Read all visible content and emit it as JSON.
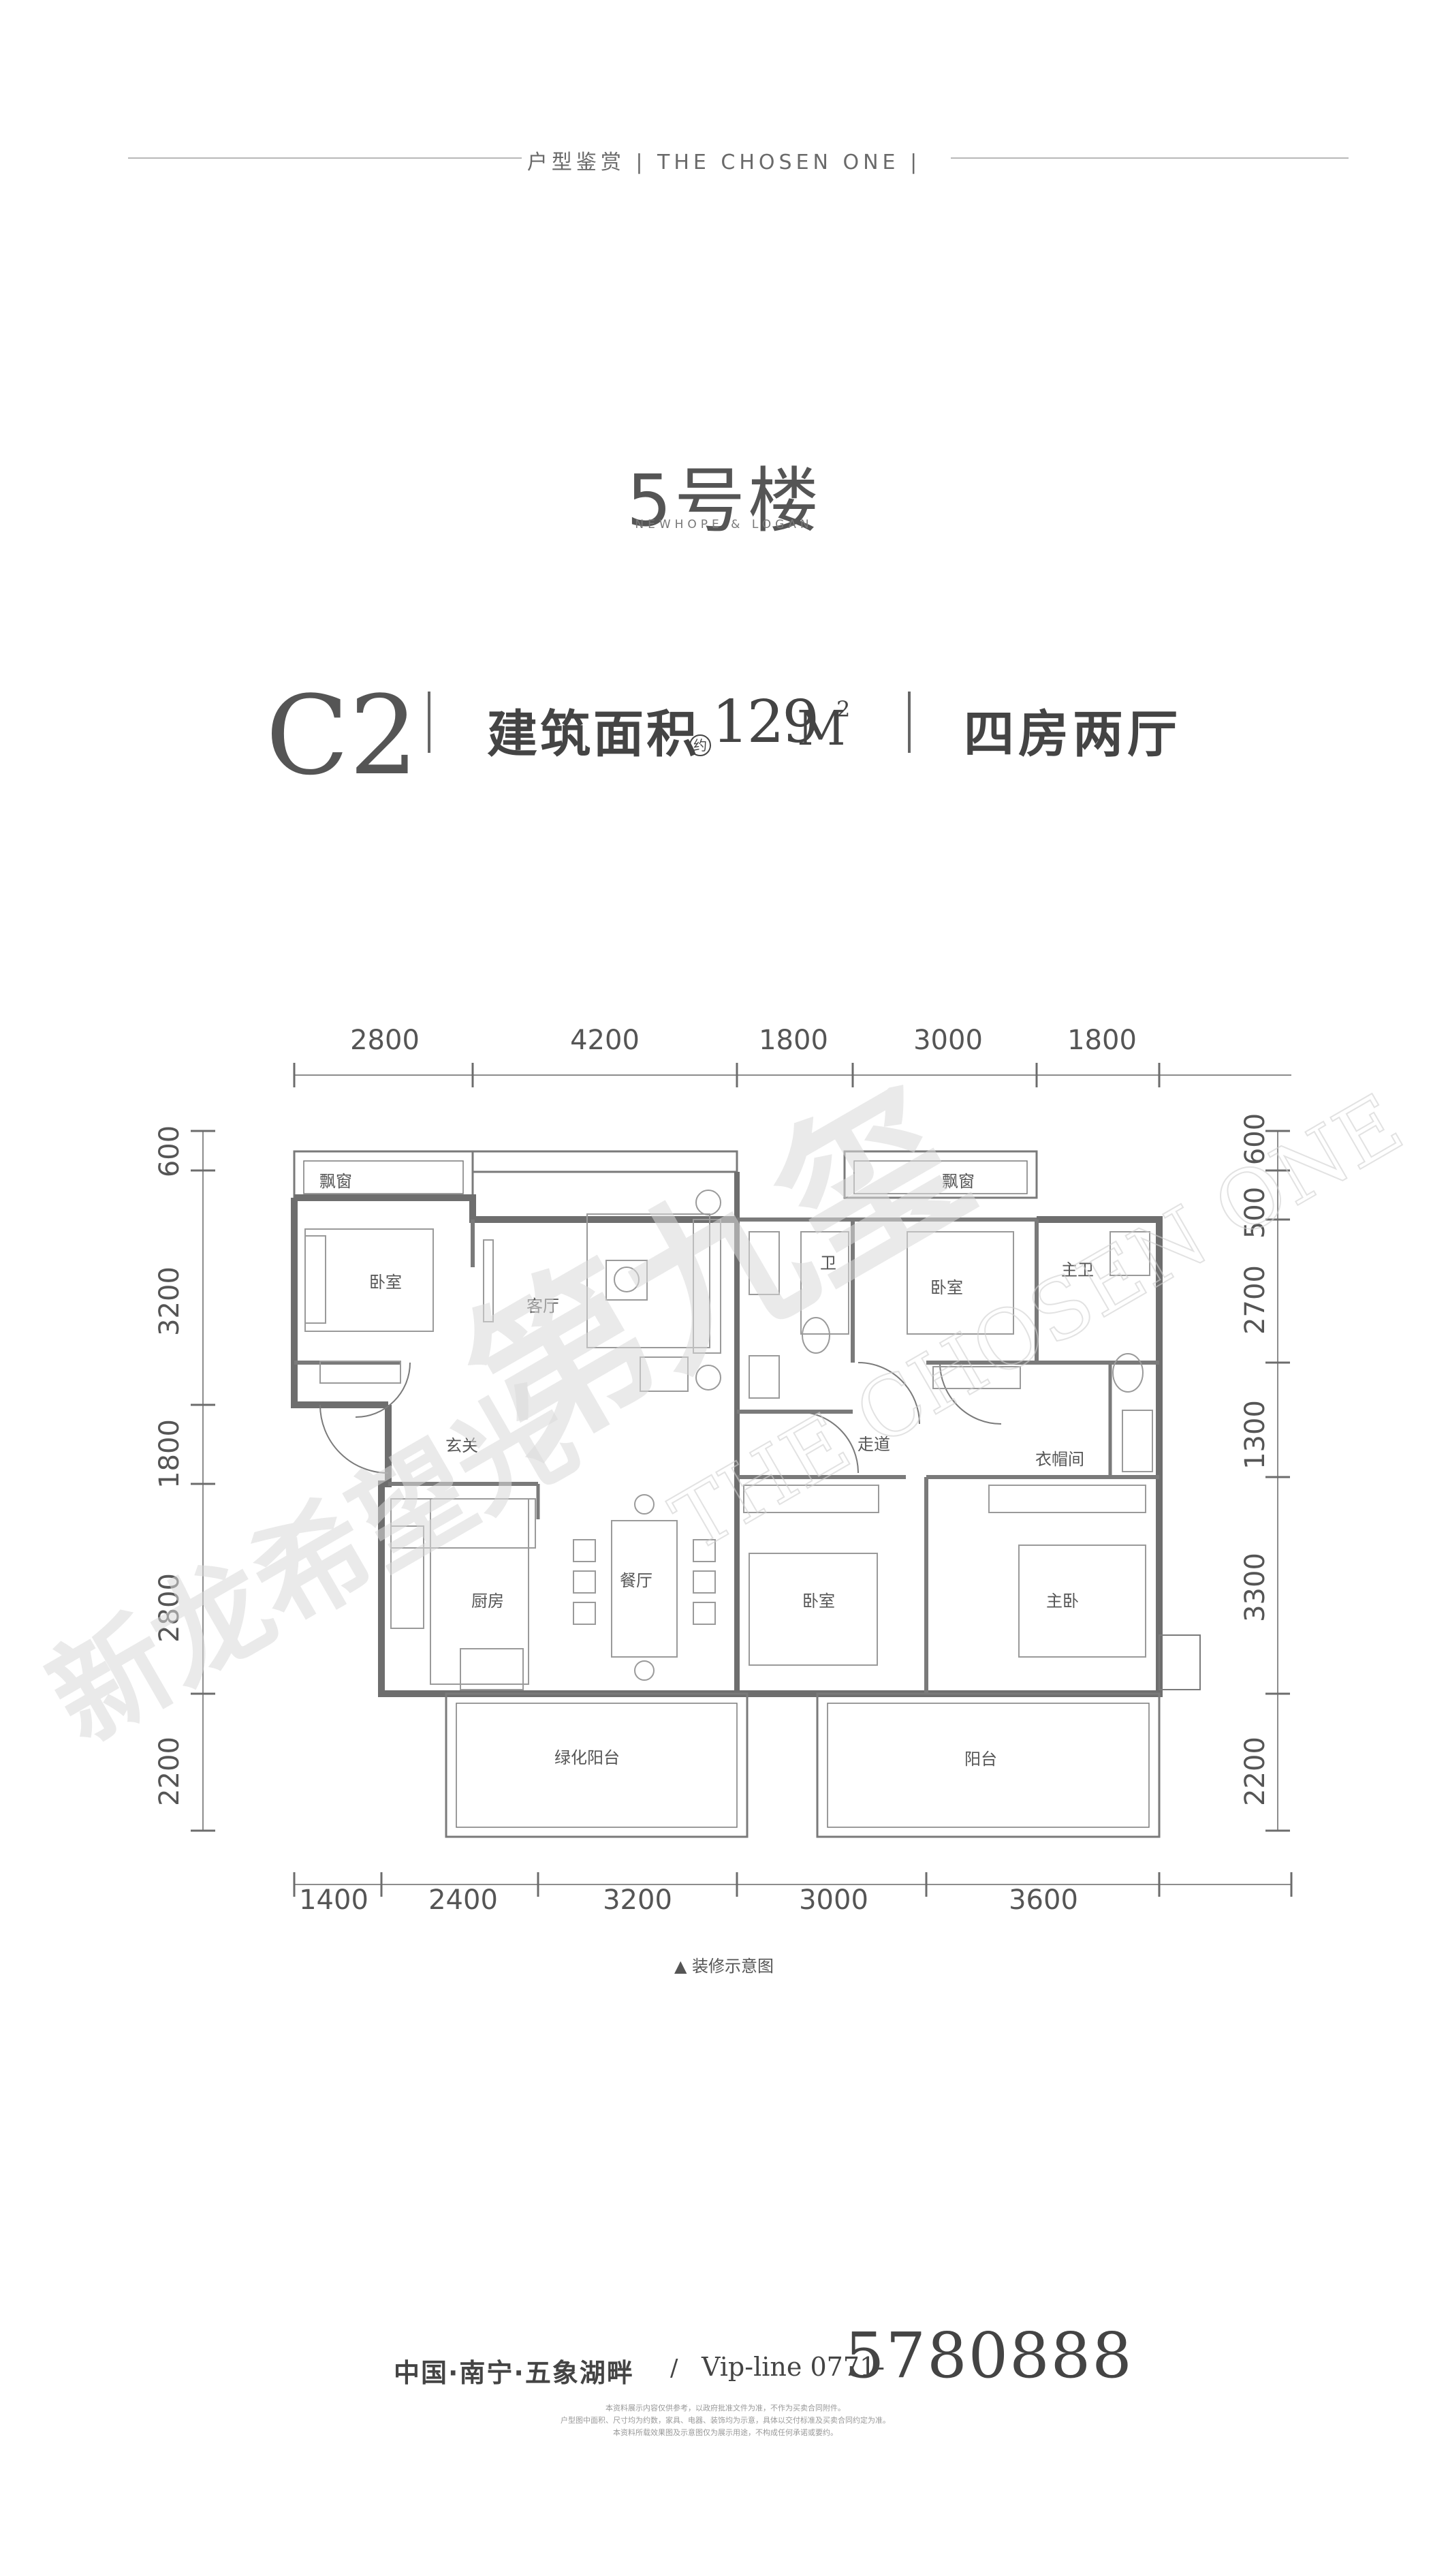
{
  "header": {
    "caption_cn": "户型鉴赏",
    "caption_en": "THE CHOSEN ONE"
  },
  "title": {
    "building": "5号楼",
    "building_sub": "NEWHOPE & LOGAN",
    "unit_code": "C2",
    "area_label": "建筑面积",
    "area_approx": "约",
    "area_value": "129",
    "area_unit": "M",
    "area_unit_sup": "2",
    "layout_type": "四房两厅"
  },
  "dimensions": {
    "top": [
      "2800",
      "4200",
      "1800",
      "3000",
      "1800"
    ],
    "bottom": [
      "1400",
      "2400",
      "3200",
      "3000",
      "3600"
    ],
    "left": [
      "600",
      "3200",
      "1800",
      "2800",
      "2200"
    ],
    "right": [
      "600",
      "500",
      "2700",
      "1300",
      "3300",
      "2200"
    ]
  },
  "rooms": {
    "bay_window_left": "飘窗",
    "bedroom_left": "卧室",
    "living_room": "客厅",
    "bathroom": "卫",
    "bay_window_right": "飘窗",
    "bedroom_right": "卧室",
    "master_bath": "主卫",
    "entrance": "玄关",
    "corridor": "走道",
    "cloakroom": "衣帽间",
    "kitchen": "厨房",
    "dining_room": "餐厅",
    "bedroom_middle": "卧室",
    "master_bedroom": "主卧",
    "green_balcony": "绿化阳台",
    "balcony": "阳台"
  },
  "note": "装修示意图",
  "footer": {
    "location": "中国·南宁·五象湖畔",
    "separator": "/",
    "vip_label": "Vip-line 0771-",
    "phone": "5780888",
    "disclaimer": [
      "本资料展示内容仅供参考，以政府批准文件为准，不作为买卖合同附件。",
      "户型图中面积、尺寸均为约数，家具、电器、装饰均为示意，具体以交付标准及买卖合同约定为准。",
      "本资料所载效果图及示意图仅为展示用途，不构成任何承诺或要约。"
    ]
  },
  "watermark": {
    "left_text": "新龙希望光",
    "right_text": "第九玺",
    "en_text": "THE CHOSEN ONE"
  }
}
